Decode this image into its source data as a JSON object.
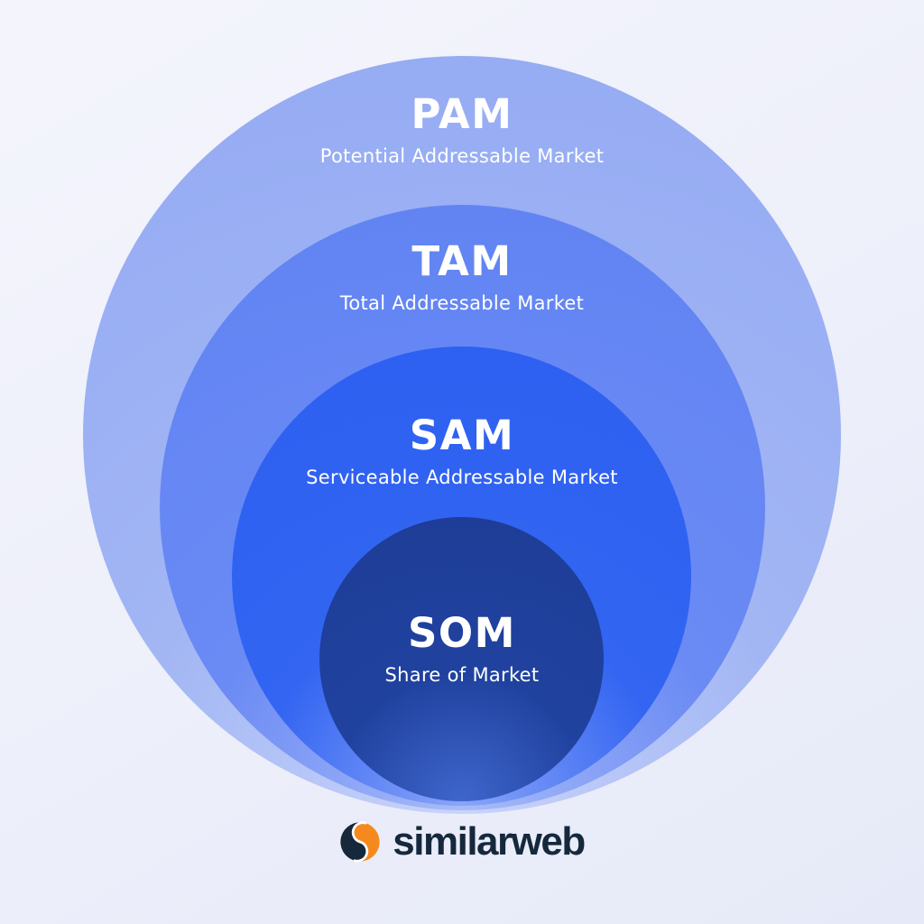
{
  "palette": {
    "background_top": "#f4f5fc",
    "background_mid": "#edeffa",
    "background_bottom": "#e6eaf8",
    "label_text": "#ffffff",
    "brand_text": "#15283c"
  },
  "rings": [
    {
      "id": "pam",
      "label": "PAM",
      "description": "Potential Addressable Market",
      "color_light": "#c9d4fa",
      "color_main": "#a2b6f4",
      "color_edge": "#93a9f3"
    },
    {
      "id": "tam",
      "label": "TAM",
      "description": "Total Addressable Market",
      "color_light": "#a8bbf8",
      "color_main": "#6a8af4",
      "color_edge": "#6083f3"
    },
    {
      "id": "sam",
      "label": "SAM",
      "description": "Serviceable Addressable Market",
      "color_light": "#8aa5f8",
      "color_main": "#3365f2",
      "color_edge": "#2d5ff1"
    },
    {
      "id": "som",
      "label": "SOM",
      "description": "Share of Market",
      "color_light": "#3f66cd",
      "color_main": "#20429f",
      "color_edge": "#1d3c96"
    }
  ],
  "logo": {
    "brand": "similarweb",
    "icon": "similarweb-icon",
    "icon_colors": {
      "navy": "#15283c",
      "orange": "#f6891e",
      "gap": "#ffffff"
    }
  }
}
